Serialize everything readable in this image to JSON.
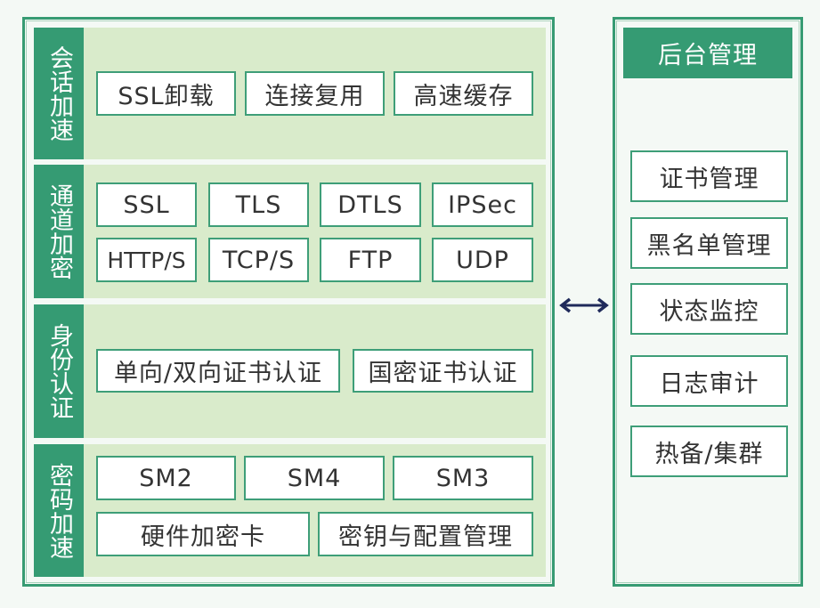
{
  "colors": {
    "primary_green": "#359b73",
    "section_bg": "#d9ebcb",
    "page_bg": "#f4f9f5",
    "box_bg": "#ffffff",
    "text": "#333333",
    "arrow": "#1f2a5a"
  },
  "left_panel": {
    "sections": [
      {
        "label": "会话加速",
        "items": [
          "SSL卸载",
          "连接复用",
          "高速缓存"
        ]
      },
      {
        "label": "通道加密",
        "items": [
          "SSL",
          "TLS",
          "DTLS",
          "IPSec",
          "HTTP/S",
          "TCP/S",
          "FTP",
          "UDP"
        ]
      },
      {
        "label": "身份认证",
        "items": [
          "单向/双向证书认证",
          "国密证书认证"
        ]
      },
      {
        "label": "密码加速",
        "items": [
          "SM2",
          "SM4",
          "SM3",
          "硬件加密卡",
          "密钥与配置管理"
        ]
      }
    ]
  },
  "connector": {
    "icon": "double-headed-arrow-icon"
  },
  "right_panel": {
    "title": "后台管理",
    "items": [
      "证书管理",
      "黑名单管理",
      "状态监控",
      "日志审计",
      "热备/集群"
    ]
  }
}
